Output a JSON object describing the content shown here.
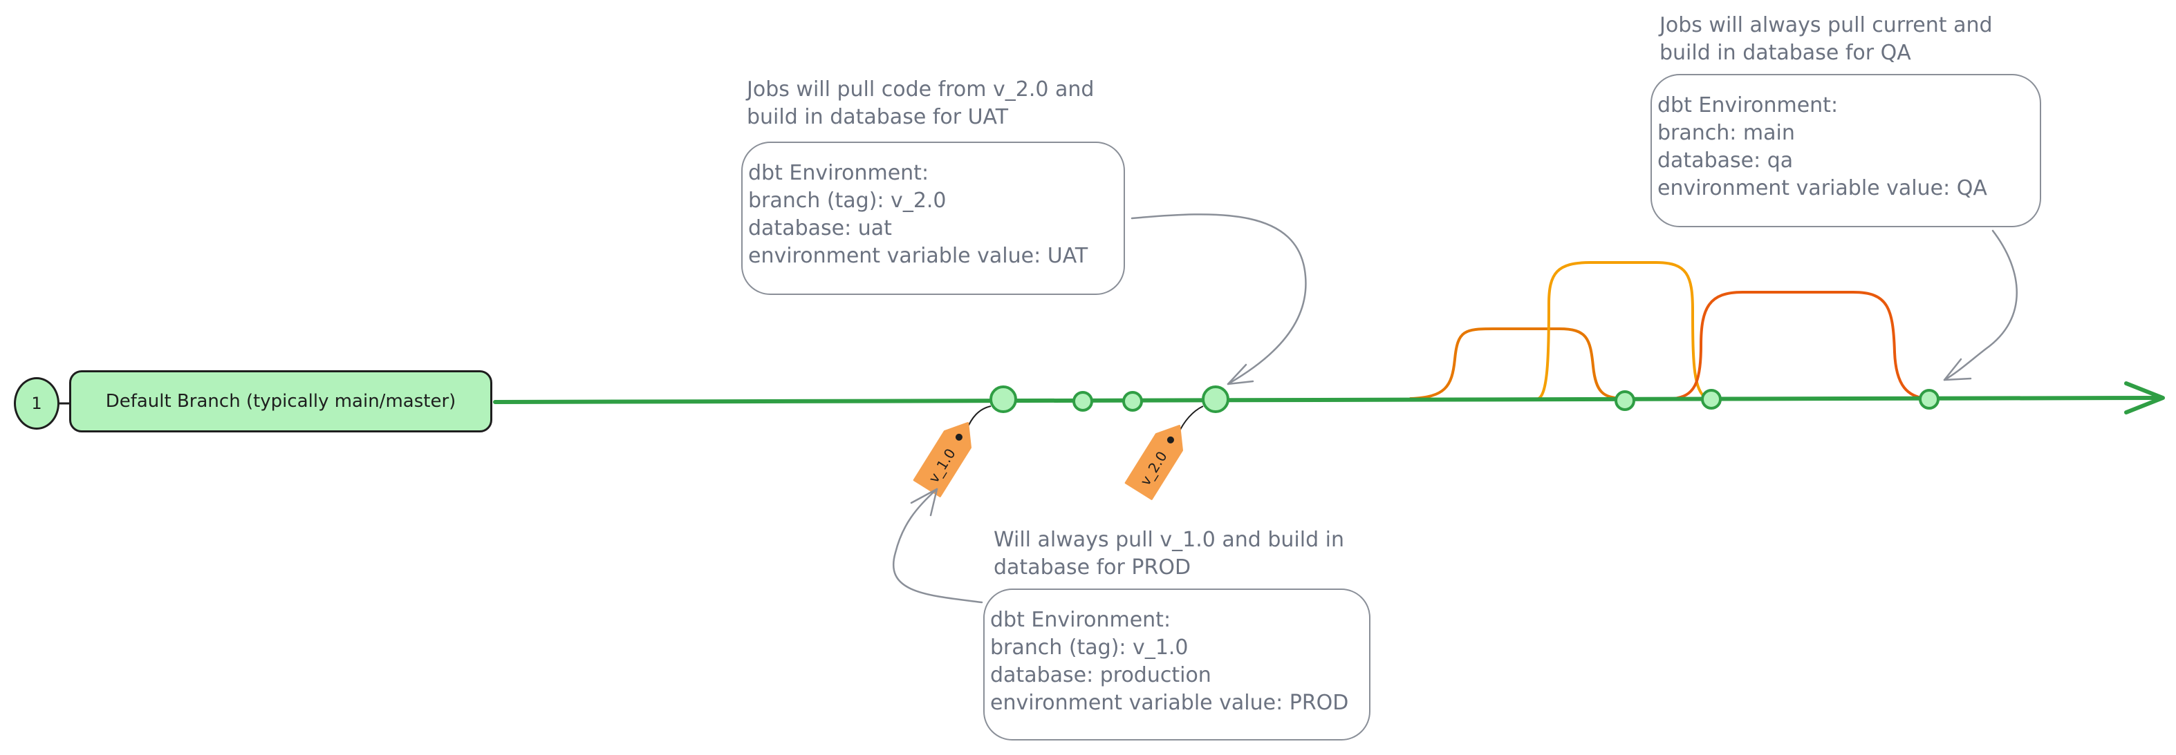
{
  "branch": {
    "number": "1",
    "label": "Default Branch (typically main/master)"
  },
  "tags": [
    {
      "label": "v_1.0"
    },
    {
      "label": "v_2.0"
    }
  ],
  "uat": {
    "caption": [
      "Jobs will pull code from v_2.0 and",
      "build in database for UAT"
    ],
    "lines": [
      "dbt Environment:",
      "branch (tag): v_2.0",
      "database: uat",
      "environment variable value: UAT"
    ]
  },
  "prod": {
    "caption": [
      "Will always pull v_1.0 and build in",
      "database for PROD"
    ],
    "lines": [
      "dbt Environment:",
      "branch (tag): v_1.0",
      "database: production",
      "environment variable value: PROD"
    ]
  },
  "qa": {
    "caption": [
      "Jobs will always pull current and",
      "build in database for QA"
    ],
    "lines": [
      "dbt Environment:",
      "branch: main",
      "database: qa",
      "environment variable value: QA"
    ]
  },
  "colors": {
    "main_line": "#2f9e44",
    "commit_fill": "#b2f2bb",
    "tag_fill": "#f6a04d",
    "feature_orange": "#e67700",
    "feature_yellow": "#f59f00",
    "feature_red": "#e8590c",
    "annotation_stroke": "#8a8f98",
    "text_gray": "#6b7280"
  }
}
